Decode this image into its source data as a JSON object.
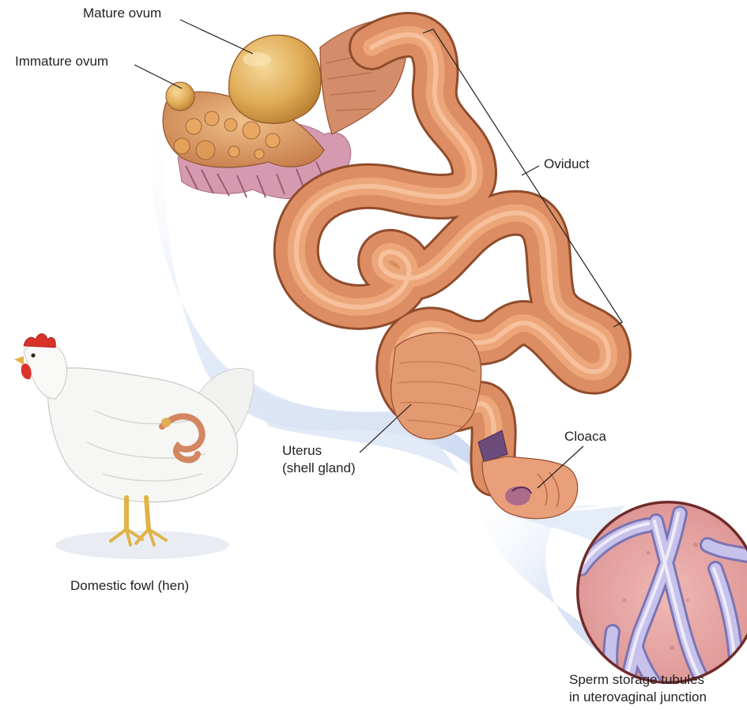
{
  "labels": {
    "mature_ovum": "Mature ovum",
    "immature_ovum": "Immature ovum",
    "oviduct": "Oviduct",
    "uterus": [
      "Uterus",
      "(shell gland)"
    ],
    "cloaca": "Cloaca",
    "hen": "Domestic fowl (hen)",
    "sperm_tubules": [
      "Sperm storage tubules",
      "in uterovaginal junction"
    ]
  },
  "colors": {
    "oviduct_tissue": "#e69a6a",
    "oviduct_shadow": "#b8603c",
    "ovum_yolk": "#e2b25a",
    "ovary_tissue": "#d7905e",
    "membrane_pink": "#d9a6b5",
    "zoom_fill": "#dde7f6",
    "micro_background": "#e6a3a3",
    "tubule": "#b9b3dd",
    "hen_feathers": "#f4f4f2",
    "hen_comb": "#d8322a",
    "hen_legs": "#e8c066",
    "leader_lines": "#231f20"
  },
  "icons": {
    "hen": "hen-illustration",
    "reproductive_tract": "oviduct-illustration",
    "micrograph": "sperm-tubules-micrograph"
  }
}
